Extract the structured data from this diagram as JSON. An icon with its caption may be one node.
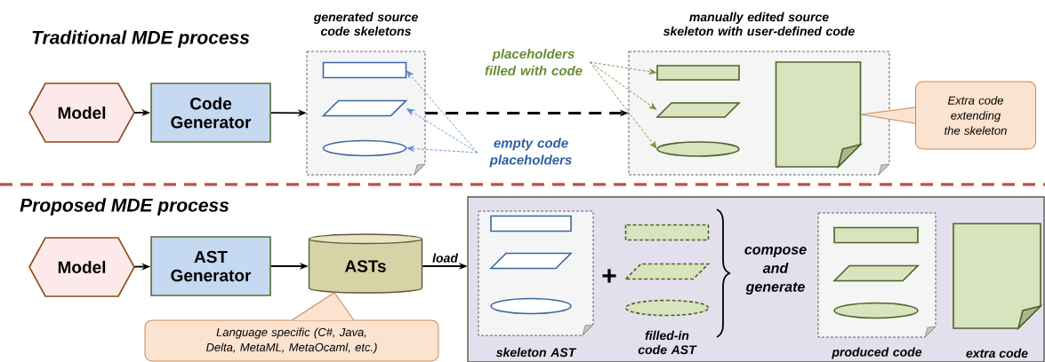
{
  "diagram": {
    "nodes": [
      {
        "text": [
          "Model"
        ]
      },
      {
        "text": [
          "Code Generator"
        ]
      },
      {
        "text": [
          "generated source code skeletons"
        ]
      },
      {
        "text": [],
        "shape": "box",
        "in": 2
      },
      {
        "text": [],
        "shape": "parallelogram",
        "in": 2
      },
      {
        "text": [],
        "shape": "ellipse",
        "in": 2
      },
      {
        "text": [
          "empty code placeholders"
        ]
      },
      {
        "text": [
          "placeholders filled with code"
        ]
      },
      {
        "text": [
          "manually edited source skeleton with user-defined code"
        ]
      },
      {
        "text": [],
        "shape": "box",
        "in": 8
      },
      {
        "text": [],
        "shape": "parallelogram",
        "in": 8
      },
      {
        "text": [],
        "shape": "ellipse",
        "in": 8
      },
      {
        "text": [],
        "shape": "page",
        "in": 8
      },
      {
        "text": [
          "Extra code extending the skeleton"
        ]
      },
      {
        "text": [
          "Model"
        ]
      },
      {
        "text": [
          "AST Generator"
        ]
      },
      {
        "text": [
          "ASTs"
        ]
      },
      {
        "text": [
          "Language specific (C#, Java, Delta, MetaML, MetaOcaml, etc.)"
        ]
      },
      {
        "text": [],
        "shape": "box"
      },
      {
        "text": [
          "skeleton AST"
        ],
        "in": 18
      },
      {
        "text": [],
        "shape": "box",
        "in": 19
      },
      {
        "text": [],
        "shape": "parallelogram",
        "in": 19
      },
      {
        "text": [],
        "shape": "ellipse",
        "in": 19
      },
      {
        "text": [],
        "shape": "box",
        "in": 18
      },
      {
        "text": [],
        "shape": "parallelogram",
        "in": 18
      },
      {
        "text": [],
        "shape": "ellipse",
        "in": 18
      },
      {
        "text": [
          "produced code"
        ],
        "in": 18
      },
      {
        "text": [],
        "shape": "box",
        "in": 26
      },
      {
        "text": [],
        "shape": "parallelogram",
        "in": 26
      },
      {
        "text": [],
        "shape": "ellipse",
        "in": 26
      },
      {
        "text": [
          "extra code"
        ],
        "in": 18
      }
    ],
    "edges": [
      {
        "from": 0,
        "to": 1,
        "arrow": "to"
      },
      {
        "from": 1,
        "to": 2,
        "arrow": "to"
      },
      {
        "from": 2,
        "to": 8,
        "arrow": "to",
        "style": "dashed"
      },
      {
        "from": 6,
        "to": 3,
        "arrow": "to",
        "style": "dashed",
        "color": "#5b8fd9"
      },
      {
        "from": 6,
        "to": 4,
        "arrow": "to",
        "style": "dashed",
        "color": "#5b8fd9"
      },
      {
        "from": 6,
        "to": 5,
        "arrow": "to",
        "style": "dashed",
        "color": "#5b8fd9"
      },
      {
        "from": 7,
        "to": 9,
        "arrow": "to",
        "style": "dashed",
        "color": "#77933c"
      },
      {
        "from": 7,
        "to": 10,
        "arrow": "to",
        "style": "dashed",
        "color": "#77933c"
      },
      {
        "from": 7,
        "to": 11,
        "arrow": "to",
        "style": "dashed",
        "color": "#77933c"
      },
      {
        "from": 13,
        "to": 12,
        "arrow": "none",
        "color": "#c98a55"
      },
      {
        "from": 14,
        "to": 15,
        "arrow": "to"
      },
      {
        "from": 15,
        "to": 16,
        "arrow": "to"
      },
      {
        "from": 16,
        "to": 18,
        "arrow": "to",
        "label": "load"
      },
      {
        "from": 17,
        "to": 16,
        "arrow": "none",
        "color": "#c98a55"
      }
    ],
    "labels": [
      "Traditional MDE process",
      "Proposed MDE process",
      "+",
      "filled-in code AST",
      "compose and generate"
    ]
  }
}
